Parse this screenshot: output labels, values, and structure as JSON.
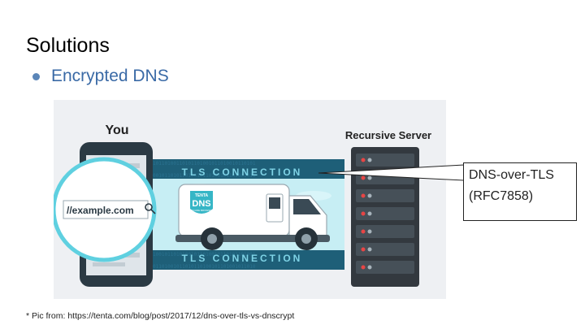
{
  "slide": {
    "title": "Solutions",
    "bullets": [
      "Encrypted DNS"
    ],
    "footnote": "* Pic from: https://tenta.com/blog/post/2017/12/dns-over-tls-vs-dnscrypt"
  },
  "figure": {
    "you_label": "You",
    "server_label": "Recursive Server",
    "connection_top": "TLS CONNECTION",
    "connection_bottom": "TLS CONNECTION",
    "url_text": "//example.com",
    "truck_logo_top": "TENTA",
    "truck_logo_main": "DNS",
    "truck_logo_sub": "SECURE BROWSER",
    "colors": {
      "background": "#eef0f3",
      "pipe": "#1e5f78",
      "pipe_text": "#7fd3e6",
      "sky": "#c7eef4",
      "phone": "#2b3a44",
      "server": "#33393f",
      "server_led": "#e84545",
      "magnifier_ring": "#5fd0e0",
      "truck_body": "#ffffff",
      "truck_logo": "#36b6c6"
    }
  },
  "callout": {
    "lines": [
      "DNS-over-TLS",
      "(RFC7858)"
    ]
  }
}
